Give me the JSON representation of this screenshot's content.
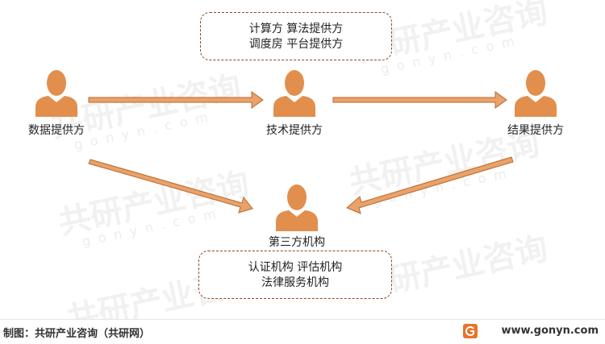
{
  "boxes": {
    "top": {
      "line1": "计算方  算法提供方",
      "line2": "调度房  平台提供方"
    },
    "bottom": {
      "line1": "认证机构  评估机构",
      "line2": "法律服务机构"
    }
  },
  "nodes": {
    "data_provider": "数据提供方",
    "tech_provider": "技术提供方",
    "result_provider": "结果提供方",
    "third_party": "第三方机构"
  },
  "watermark": {
    "brand": "共研产业咨询",
    "site": "gonyn.com"
  },
  "footer": {
    "source": "制图：共研产业咨询（共研网）",
    "url": "www.gonyn.com"
  },
  "colors": {
    "person": "#E28E4C",
    "arrow": "#E9A26A",
    "arrow_stroke": "#B8682E",
    "box_border": "#8a4a1c"
  }
}
